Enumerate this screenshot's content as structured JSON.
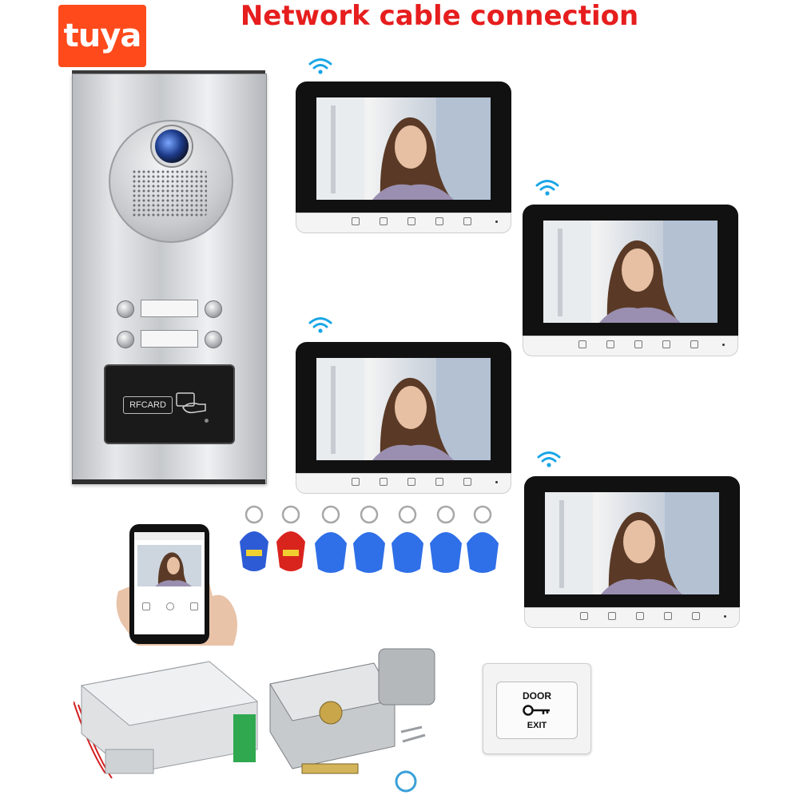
{
  "header": {
    "brand_logo_text": "tuya",
    "title": "Network cable connection",
    "title_color": "#e61e1e",
    "brand_color": "#ff4a1c"
  },
  "door_station": {
    "rfid_label": "RFCARD",
    "call_buttons": 4,
    "name_tags": 2
  },
  "monitors": {
    "count": 4,
    "connectivity_icon": "wifi-icon"
  },
  "phone": {
    "app_icon_labels": [
      "",
      "",
      ""
    ]
  },
  "keyfobs": {
    "colors": [
      "#2d5bd6",
      "#d9241e",
      "#2f6fe8",
      "#2f6fe8",
      "#2f6fe8",
      "#2f6fe8",
      "#2f6fe8"
    ]
  },
  "exit_button": {
    "top_text": "DOOR",
    "bottom_text": "EXIT"
  },
  "accessories": {
    "power_supply_icon": "power-supply-icon",
    "lock_icon": "electric-lock-icon"
  }
}
